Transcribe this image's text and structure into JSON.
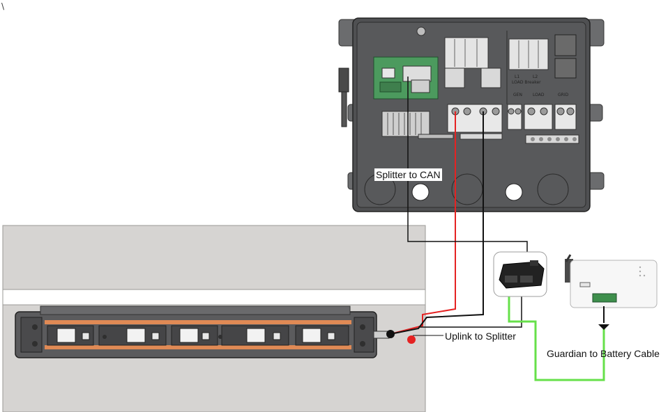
{
  "stray_mark": "\\",
  "labels": {
    "splitter_to_can": "Splitter to CAN",
    "uplink_to_splitter": "Uplink to Splitter",
    "guardian_to_battery": "Guardian to Battery Cable"
  },
  "panel_text": {
    "load_breaker": "LOAD Breaker",
    "gen": "GEN",
    "load": "LOAD",
    "grid": "GRID",
    "l1": "L1",
    "l2": "L2"
  },
  "colors": {
    "red_wire": "#e52222",
    "black_wire": "#111111",
    "green_wire": "#66e04a",
    "copper_bus": "#e08a55",
    "enclosure": "#4f5052",
    "floor": "#d6d4d2"
  },
  "icons": {
    "splitter": "rj45-splitter-icon",
    "guardian": "guardian-device-icon",
    "ground": "ground-symbol-icon"
  }
}
